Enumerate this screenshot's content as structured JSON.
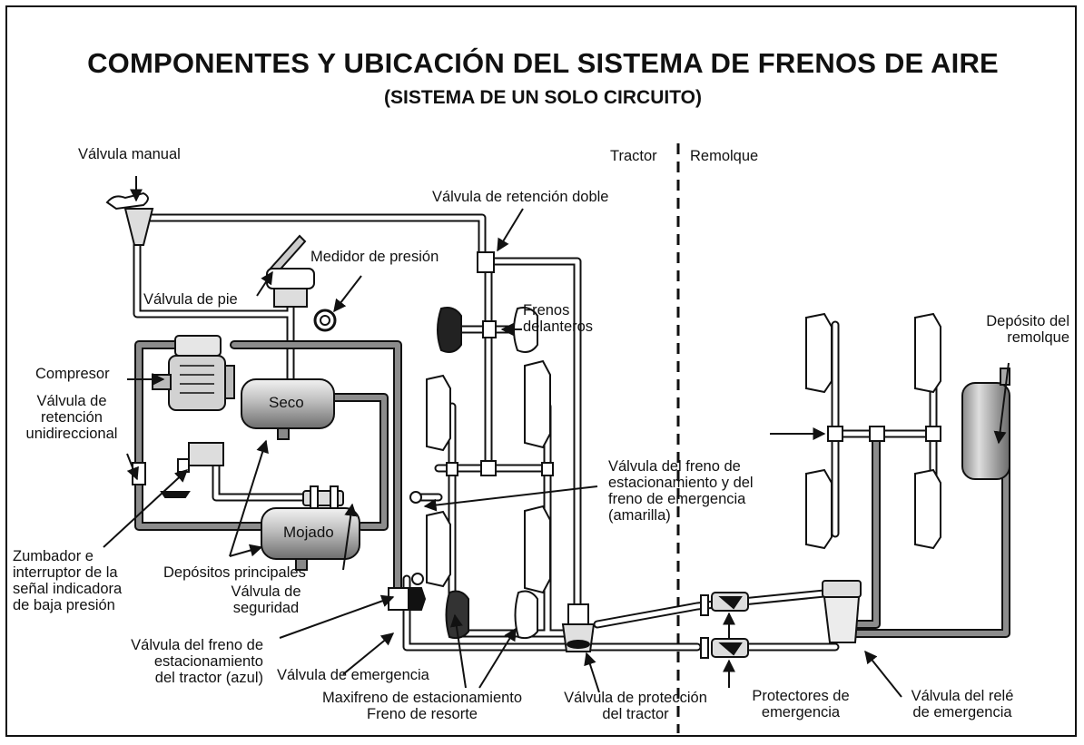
{
  "title": "COMPONENTES Y UBICACIÓN DEL SISTEMA DE FRENOS DE AIRE",
  "subtitle": "(SISTEMA DE UN SOLO CIRCUITO)",
  "sections": {
    "tractor": "Tractor",
    "trailer": "Remolque"
  },
  "tanks": {
    "dry": "Seco",
    "wet": "Mojado"
  },
  "labels": {
    "hand_valve": "Válvula manual",
    "double_check_valve": "Válvula de retención doble",
    "pressure_gauge": "Medidor de presión",
    "foot_valve": "Válvula de pie",
    "front_brakes": [
      "Frenos",
      "delanteros"
    ],
    "compressor": "Compresor",
    "one_way_check_valve": [
      "Válvula de",
      "retención",
      "unidireccional"
    ],
    "low_pressure_switch": [
      "Zumbador e",
      "interruptor de la",
      "señal indicadora",
      "de baja presión"
    ],
    "main_reservoirs": "Depósitos principales",
    "safety_valve": [
      "Válvula de",
      "seguridad"
    ],
    "parking_emergency_valve": [
      "Válvula del freno de",
      "estacionamiento y del",
      "freno de emergencia",
      "(amarilla)"
    ],
    "trailer_reservoir": [
      "Depósito del",
      "remolque"
    ],
    "tractor_parking_valve": [
      "Válvula del freno de",
      "estacionamiento",
      "del tractor (azul)"
    ],
    "emergency_valve": "Válvula de emergencia",
    "spring_brake": [
      "Maxifreno de estacionamiento",
      "Freno de resorte"
    ],
    "tractor_protection_valve": [
      "Válvula de protección",
      "del tractor"
    ],
    "emergency_protectors": [
      "Protectores de",
      "emergencia"
    ],
    "emergency_relay_valve": [
      "Válvula del relé",
      "de emergencia"
    ]
  }
}
